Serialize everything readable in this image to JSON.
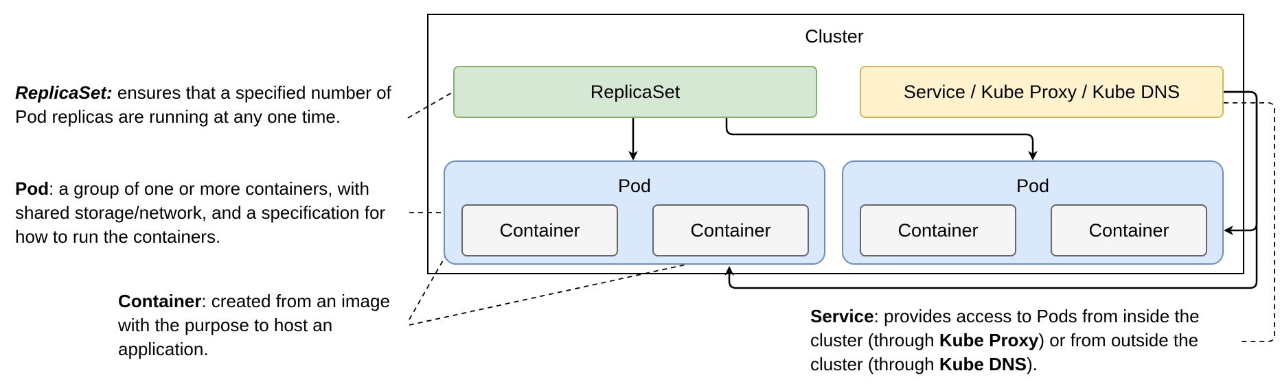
{
  "cluster": {
    "title": "Cluster"
  },
  "replicaset": {
    "label": "ReplicaSet"
  },
  "service": {
    "label": "Service / Kube Proxy / Kube DNS"
  },
  "pods": [
    {
      "title": "Pod",
      "containers": [
        "Container",
        "Container"
      ]
    },
    {
      "title": "Pod",
      "containers": [
        "Container",
        "Container"
      ]
    }
  ],
  "notes": {
    "replicaset": {
      "term": "ReplicaSet",
      "colon": ":",
      "text": " ensures that a specified number of Pod replicas are running at any one time."
    },
    "pod": {
      "term": "Pod",
      "text": ": a group of one or more containers, with shared storage/network, and a specification for how to run the containers."
    },
    "container": {
      "term": "Container",
      "text": ": created from an image with the purpose to host an application."
    },
    "service": {
      "term": "Service",
      "text1": ": provides access to Pods from inside the cluster (through ",
      "proxy": "Kube Proxy",
      "text2": ") or from outside the cluster (through ",
      "dns": "Kube DNS",
      "text3": ")."
    }
  }
}
